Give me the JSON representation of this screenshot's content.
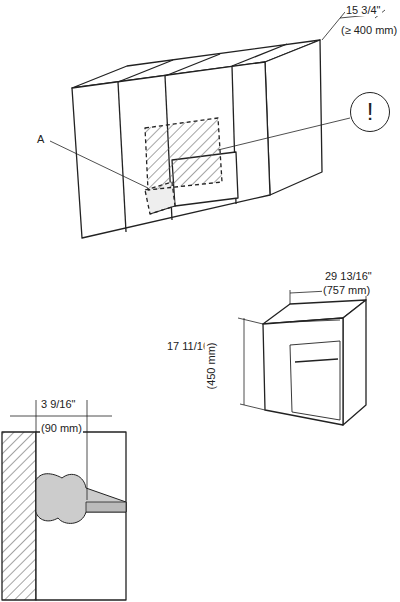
{
  "diagram": {
    "nodes": [
      {
        "text": [
          "!"
        ]
      }
    ],
    "labels": [
      "15 3/4\"",
      "(≥ 400 mm)",
      "A",
      "29 13/16\"",
      "(757 mm)",
      "17 11/16\"",
      "(450 mm)",
      "3 9/16\"",
      "(90 mm)"
    ]
  }
}
